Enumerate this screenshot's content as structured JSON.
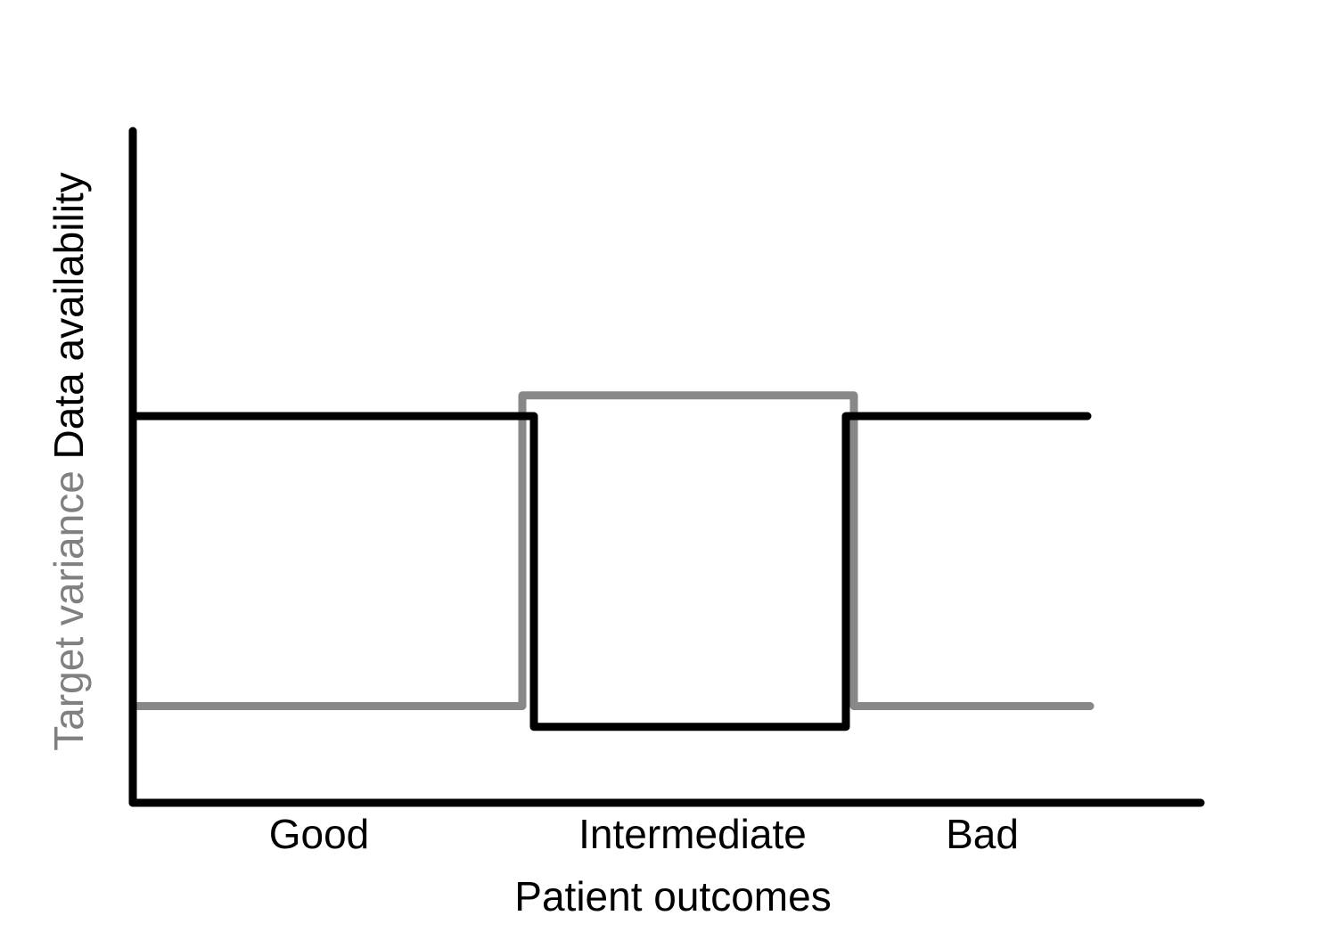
{
  "chart_data": {
    "type": "line",
    "step": true,
    "categories": [
      "Good",
      "Intermediate",
      "Bad"
    ],
    "xlabel": "Patient outcomes",
    "ylabel_parts": [
      {
        "text": "Target variance",
        "color": "#808080"
      },
      {
        "text": "Data availability",
        "color": "#000000"
      }
    ],
    "ylim": [
      0,
      10
    ],
    "series": [
      {
        "name": "Target variance",
        "color": "#888888",
        "values": [
          1.4,
          5.9,
          1.4
        ]
      },
      {
        "name": "Data availability",
        "color": "#000000",
        "values": [
          5.6,
          1.1,
          5.6
        ]
      }
    ],
    "grid": false,
    "legend": "none"
  }
}
